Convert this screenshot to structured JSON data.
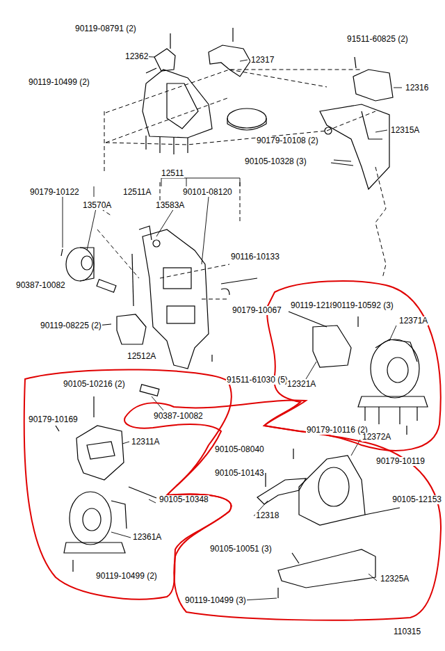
{
  "diagram": {
    "labels": [
      "90119-08791 (2)",
      "12362",
      "12317",
      "91511-60825 (2)",
      "90119-10499 (2)",
      "12316",
      "12315A",
      "90179-10108 (2)",
      "90105-10328 (3)",
      "12511",
      "90179-10122",
      "12511A",
      "90101-08120",
      "13570A",
      "13583A",
      "90116-10133",
      "90387-10082",
      "90179-10067",
      "90119-08225 (2)",
      "12512A",
      "91511-61030 (5)",
      "90387-10082",
      "90119-12183",
      "90119-10592 (3)",
      "12371A",
      "12321A",
      "90179-10116 (2)",
      "90179-10119",
      "90105-10216 (2)",
      "90179-10169",
      "12311A",
      "90105-08040",
      "90105-10143",
      "90105-10348",
      "12318",
      "12372A",
      "90105-12153",
      "12361A",
      "90105-10051 (3)",
      "12325A",
      "90119-10499 (2)",
      "90119-10499 (3)",
      "110315"
    ]
  }
}
